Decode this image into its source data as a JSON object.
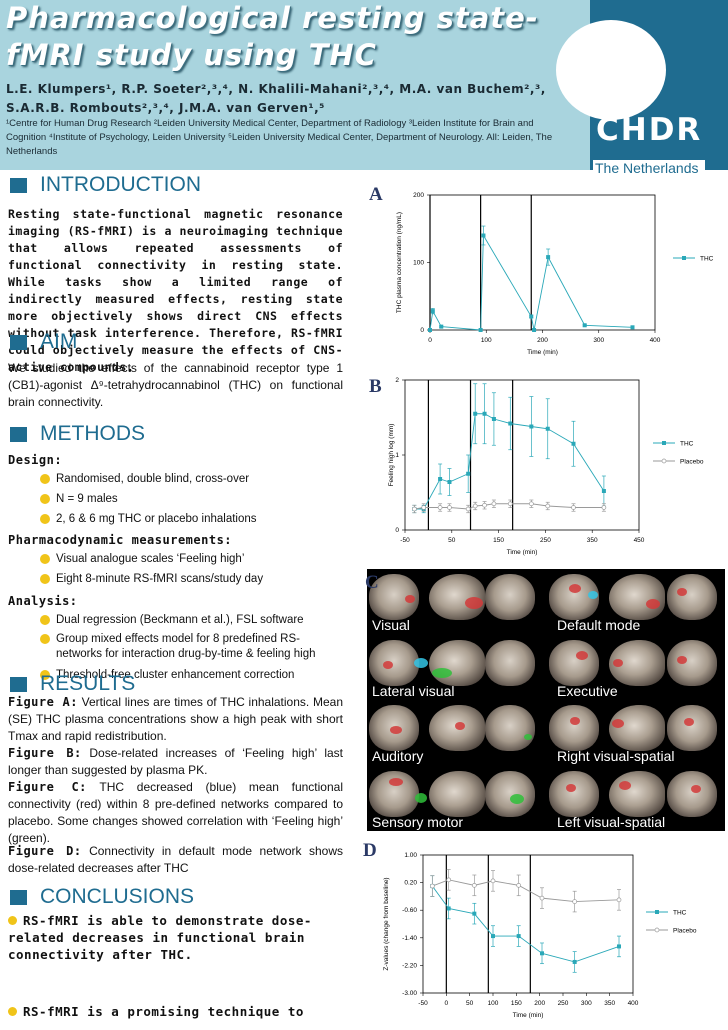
{
  "header": {
    "title": "Pharmacological resting state-fMRI study using THC",
    "authors": "L.E. Klumpers¹, R.P. Soeter²,³,⁴, N. Khalili-Mahani²,³,⁴, M.A. van Buchem²,³, S.A.R.B. Rombouts²,³,⁴, J.M.A. van Gerven¹,⁵",
    "affiliations": "¹Centre for Human Drug Research ²Leiden University Medical Center, Department of Radiology ³Leiden Institute for Brain and Cognition ⁴Institute of Psychology, Leiden University ⁵Leiden University Medical Center, Department of Neurology. All: Leiden, The Netherlands",
    "logo_text": "CHDR",
    "logo_sub": "The Netherlands"
  },
  "intro": {
    "heading": "INTRODUCTION",
    "text": "Resting state-functional magnetic resonance imaging (RS-fMRI) is a neuroimaging technique that allows repeated assessments of functional connectivity in resting state. While tasks show a limited range of indirectly measured effects, resting state more objectively shows direct CNS effects without task interference. Therefore, RS-fMRI could objectively measure the effects of CNS-active compounds."
  },
  "aim": {
    "heading": "AIM",
    "text": "We studied the effects of the cannabinoid receptor type 1 (CB1)-agonist Δ⁹-tetrahydrocannabinol (THC) on functional brain connectivity."
  },
  "methods": {
    "heading": "METHODS",
    "design_label": "Design:",
    "design_items": [
      "Randomised, double blind, cross-over",
      "N = 9 males",
      "2, 6 & 6 mg THC or placebo inhalations"
    ],
    "pd_label": "Pharmacodynamic measurements:",
    "pd_items": [
      "Visual analogue scales ‘Feeling high’",
      "Eight  8-minute RS-fMRI scans/study day"
    ],
    "analysis_label": "Analysis:",
    "analysis_items": [
      "Dual regression (Beckmann et al.), FSL software",
      "Group mixed effects model for 8 predefined RS-networks for interaction drug-by-time & feeling high",
      "Threshold-free cluster enhancement correction"
    ]
  },
  "results": {
    "heading": "RESULTS",
    "figA_label": "Figure A:",
    "figA_text": "Vertical lines are times of THC inhalations. Mean (SE) THC plasma concentrations  show a high peak with short Tmax and rapid redistribution.",
    "figB_label": "Figure B:",
    "figB_text": "Dose-related increases of ‘Feeling high’ last longer than suggested by plasma PK.",
    "figC_label": "Figure C:",
    "figC_text": "THC decreased (blue) mean functional connectivity (red) within 8 pre-defined networks compared to placebo. Some changes showed correlation  with ‘Feeling high’ (green).",
    "figD_label": "Figure D:",
    "figD_text": "Connectivity in default mode network shows dose-related decreases after THC"
  },
  "conclusions": {
    "heading": "CONCLUSIONS",
    "item1": "RS-fMRI is able to demonstrate dose-related decreases in functional brain connectivity after THC.",
    "item2": "RS-fMRI is a promising technique to"
  },
  "panels": {
    "A": "A",
    "B": "B",
    "C": "C",
    "D": "D",
    "brain_labels": [
      "Visual",
      "Default mode",
      "Lateral visual",
      "Executive",
      "Auditory",
      "Right visual-spatial",
      "Sensory motor",
      "Left visual-spatial"
    ]
  },
  "colors": {
    "thc": "#2aa8b8",
    "placebo": "#9a9a9a",
    "brand": "#1f6c90",
    "header_bg": "#a9d4de",
    "bullet": "#f0c419"
  },
  "chart_data": [
    {
      "type": "scatter",
      "panel": "A",
      "xlabel": "Time (min)",
      "ylabel": "THC plasma concentration (ng/mL)",
      "xlim": [
        0,
        400
      ],
      "ylim": [
        0,
        200
      ],
      "xticks": [
        "0",
        "100",
        "200",
        "300",
        "400"
      ],
      "yticks": [
        "0",
        "100",
        "200"
      ],
      "inhalations": [
        0,
        90,
        180
      ],
      "series": [
        {
          "name": "THC",
          "x": [
            0,
            5,
            20,
            90,
            95,
            180,
            185,
            210,
            275,
            360
          ],
          "y": [
            0,
            28,
            5,
            0,
            140,
            20,
            0,
            108,
            7,
            4
          ],
          "err": [
            0,
            4,
            1,
            0,
            14,
            2,
            0,
            12,
            1,
            1
          ]
        }
      ]
    },
    {
      "type": "line",
      "panel": "B",
      "xlabel": "Time (min)",
      "ylabel": "Feeling high log (mm)",
      "xlim": [
        -50,
        450
      ],
      "ylim": [
        0,
        2
      ],
      "xticks": [
        "-50",
        "50",
        "150",
        "250",
        "350",
        "450"
      ],
      "yticks": [
        "0",
        "1",
        "2"
      ],
      "inhalations": [
        0,
        90,
        180
      ],
      "series": [
        {
          "name": "THC",
          "x": [
            -30,
            -10,
            25,
            45,
            85,
            100,
            120,
            140,
            175,
            220,
            255,
            310,
            375
          ],
          "y": [
            0.28,
            0.28,
            0.68,
            0.64,
            0.75,
            1.55,
            1.55,
            1.48,
            1.42,
            1.38,
            1.35,
            1.15,
            0.52
          ],
          "err": [
            0.05,
            0.05,
            0.2,
            0.18,
            0.25,
            0.4,
            0.4,
            0.35,
            0.35,
            0.4,
            0.4,
            0.3,
            0.2
          ]
        },
        {
          "name": "Placebo",
          "x": [
            -30,
            -10,
            25,
            45,
            85,
            100,
            120,
            140,
            175,
            220,
            255,
            310,
            375
          ],
          "y": [
            0.28,
            0.3,
            0.3,
            0.3,
            0.28,
            0.32,
            0.33,
            0.35,
            0.35,
            0.35,
            0.32,
            0.3,
            0.3
          ],
          "err": [
            0.05,
            0.05,
            0.05,
            0.05,
            0.05,
            0.05,
            0.05,
            0.05,
            0.05,
            0.05,
            0.05,
            0.05,
            0.05
          ]
        }
      ]
    },
    {
      "type": "line",
      "panel": "D",
      "xlabel": "Time (min)",
      "ylabel": "Z-values (change from baseline)",
      "xlim": [
        -50,
        400
      ],
      "ylim": [
        -3.0,
        1.0
      ],
      "xticks": [
        "-50",
        "0",
        "50",
        "100",
        "150",
        "200",
        "250",
        "300",
        "350",
        "400"
      ],
      "yticks": [
        "1.00",
        "0.20",
        "-0.60",
        "-1.40",
        "-2.20",
        "-3.00"
      ],
      "inhalations": [
        0,
        90,
        180
      ],
      "series": [
        {
          "name": "THC",
          "x": [
            -30,
            5,
            60,
            100,
            155,
            205,
            275,
            370
          ],
          "y": [
            0.1,
            -0.55,
            -0.7,
            -1.35,
            -1.35,
            -1.85,
            -2.1,
            -1.65
          ],
          "err": [
            0.3,
            0.3,
            0.3,
            0.3,
            0.3,
            0.3,
            0.3,
            0.3
          ]
        },
        {
          "name": "Placebo",
          "x": [
            -30,
            5,
            60,
            100,
            155,
            205,
            275,
            370
          ],
          "y": [
            0.1,
            0.28,
            0.12,
            0.25,
            0.12,
            -0.25,
            -0.35,
            -0.3
          ],
          "err": [
            0.3,
            0.3,
            0.3,
            0.3,
            0.3,
            0.3,
            0.3,
            0.3
          ]
        }
      ]
    }
  ]
}
